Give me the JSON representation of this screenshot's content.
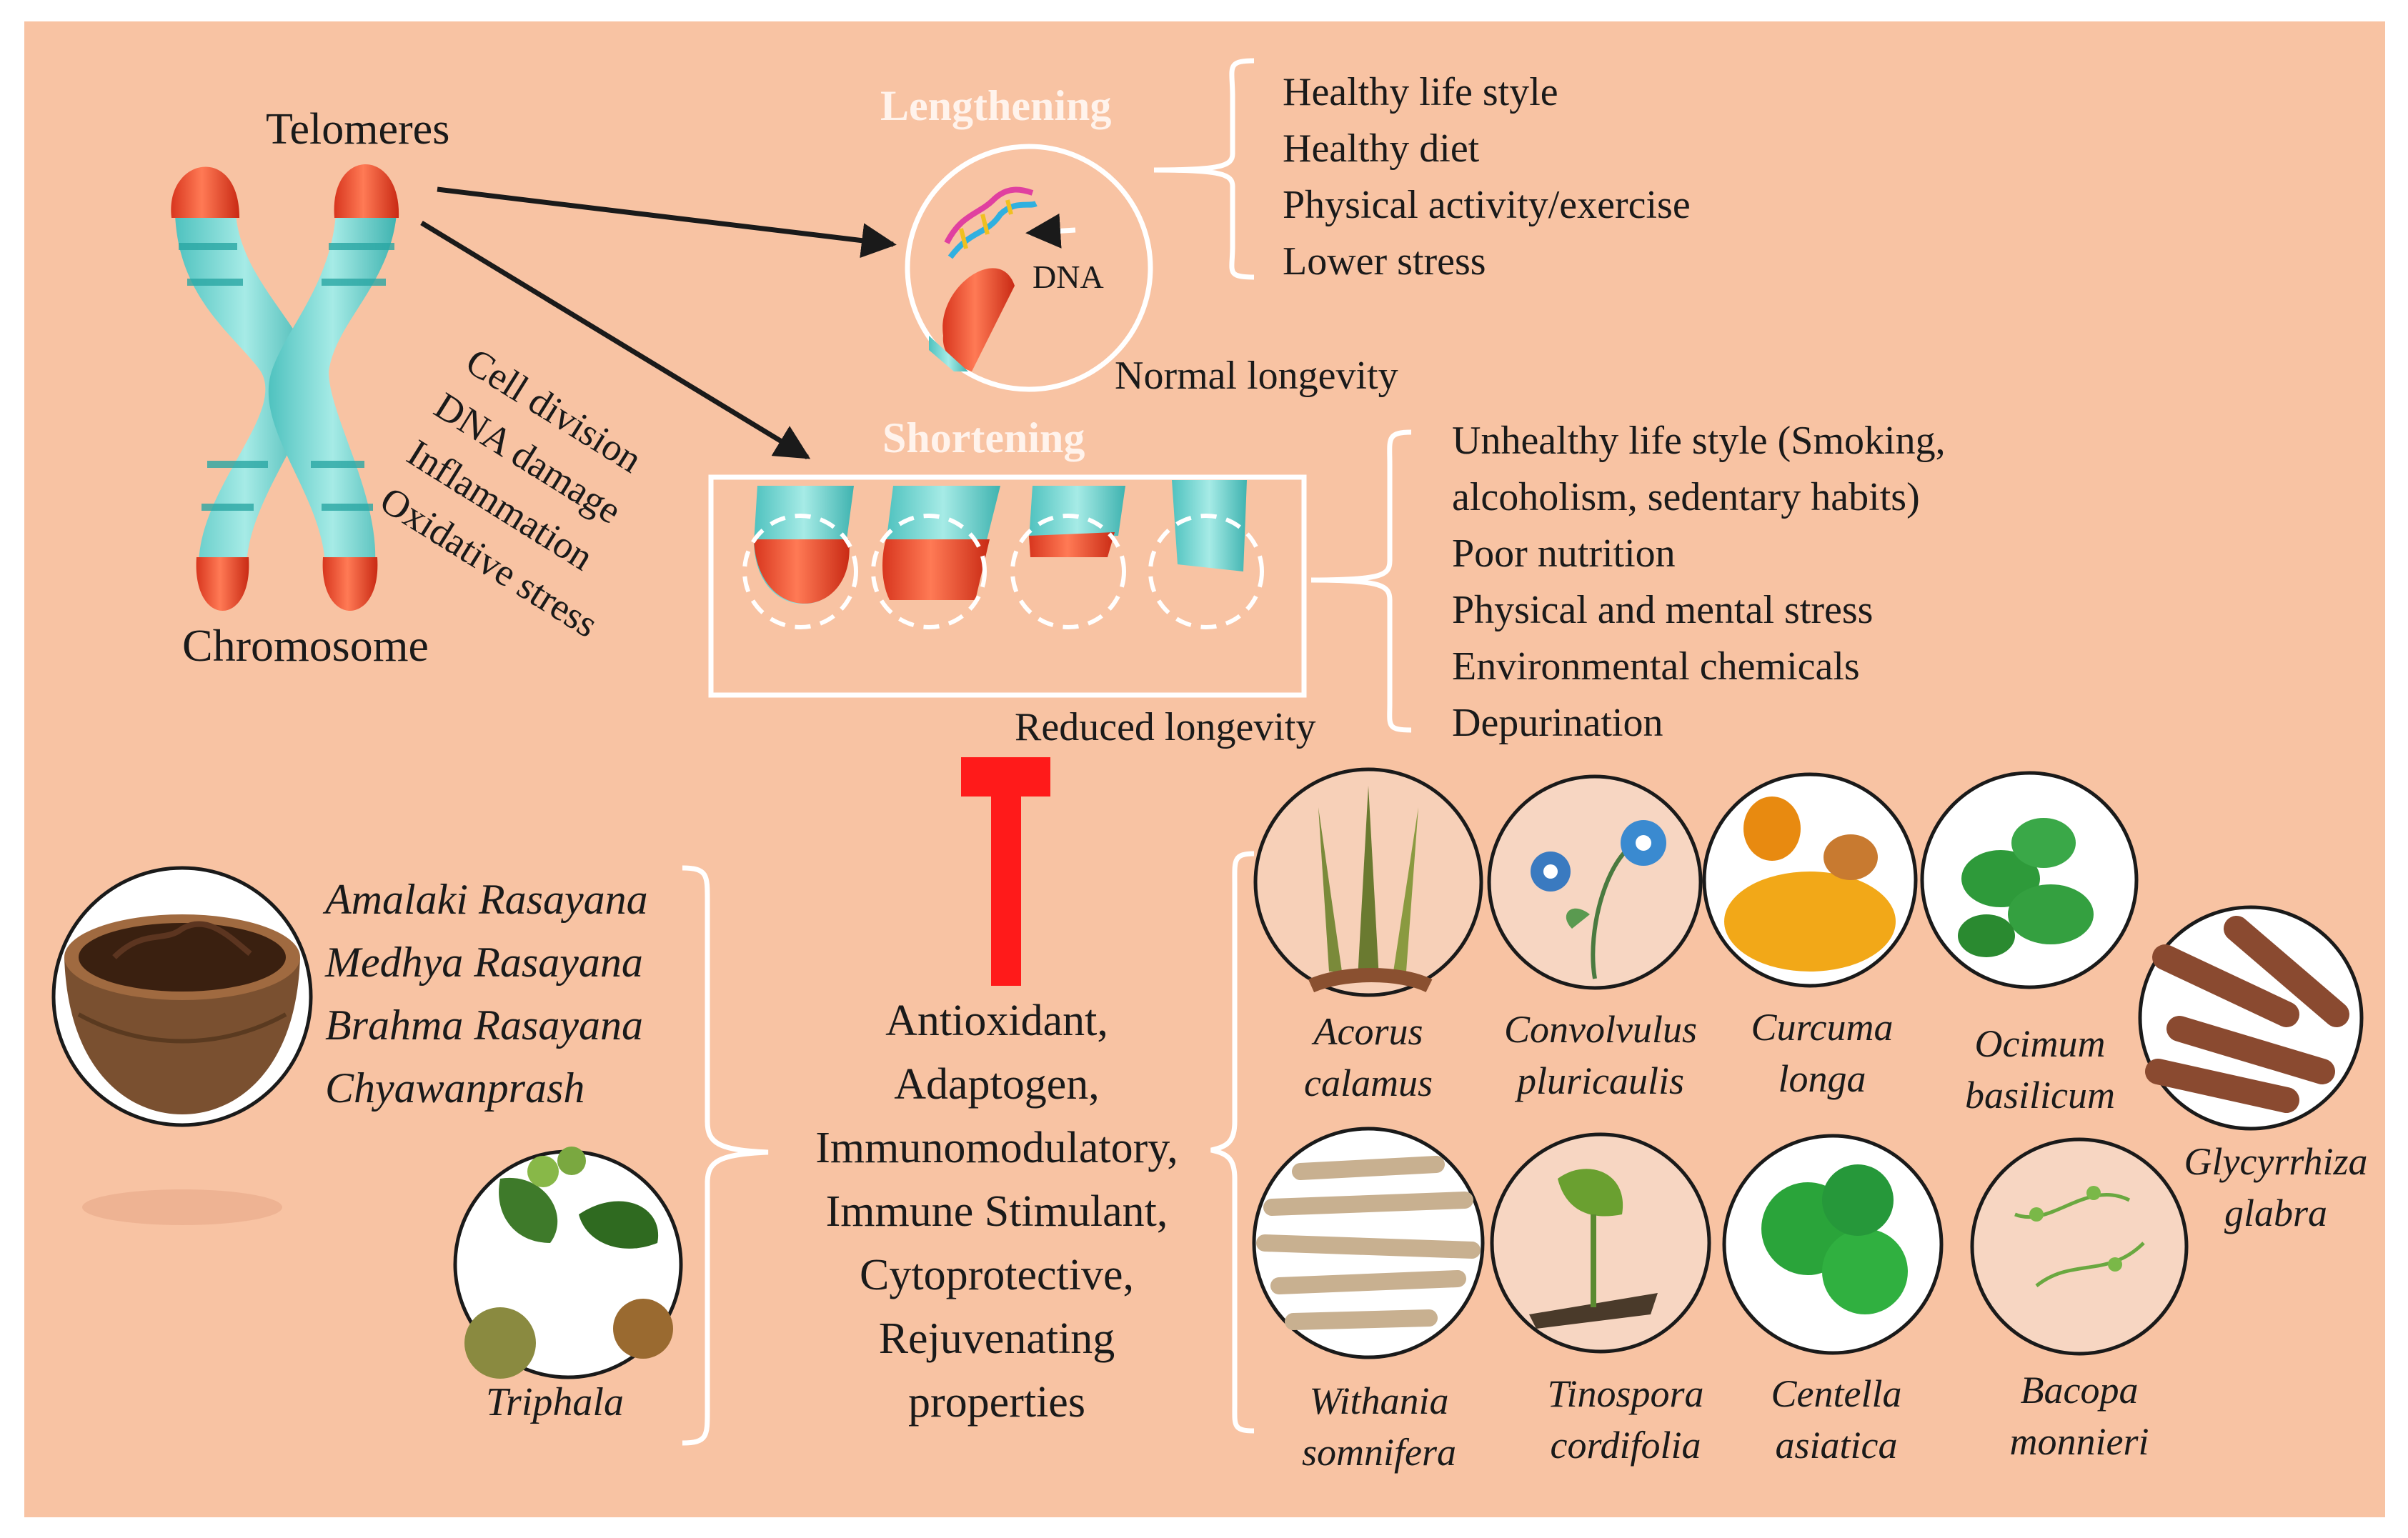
{
  "chromosome": {
    "telomeres_label": "Telomeres",
    "chromosome_label": "Chromosome"
  },
  "causes": [
    "Cell division",
    "DNA damage",
    "Inflammation",
    "Oxidative stress"
  ],
  "lengthening": {
    "title": "Lengthening",
    "dna_label": "DNA",
    "factors": [
      "Healthy life style",
      "Healthy diet",
      "Physical activity/exercise",
      "Lower stress"
    ],
    "outcome": "Normal longevity"
  },
  "shortening": {
    "title": "Shortening",
    "factors": [
      "Unhealthy life style (Smoking,",
      "alcoholism, sedentary habits)",
      "Poor nutrition",
      "Physical and mental stress",
      "Environmental chemicals",
      "Depurination"
    ],
    "outcome": "Reduced longevity"
  },
  "rasayana": [
    "Amalaki Rasayana",
    "Medhya Rasayana",
    "Brahma Rasayana",
    "Chyawanprash"
  ],
  "triphala": "Triphala",
  "properties": [
    "Antioxidant,",
    "Adaptogen,",
    "Immunomodulatory,",
    "Immune Stimulant,",
    "Cytoprotective,",
    "Rejuvenating",
    "properties"
  ],
  "plants": [
    {
      "line1": "Acorus",
      "line2": "calamus"
    },
    {
      "line1": "Convolvulus",
      "line2": "pluricaulis"
    },
    {
      "line1": "Curcuma",
      "line2": "longa"
    },
    {
      "line1": "Ocimum",
      "line2": "basilicum"
    },
    {
      "line1": "Glycyrrhiza",
      "line2": "glabra"
    },
    {
      "line1": "Withania",
      "line2": "somnifera"
    },
    {
      "line1": "Tinospora",
      "line2": "cordifolia"
    },
    {
      "line1": "Centella",
      "line2": "asiatica"
    },
    {
      "line1": "Bacopa",
      "line2": "monnieri"
    }
  ],
  "colors": {
    "background": "#f8c3a3",
    "telomere": "#e8462a",
    "chromatid": "#6ed3cf",
    "inhibitor": "#ff1a1a"
  }
}
